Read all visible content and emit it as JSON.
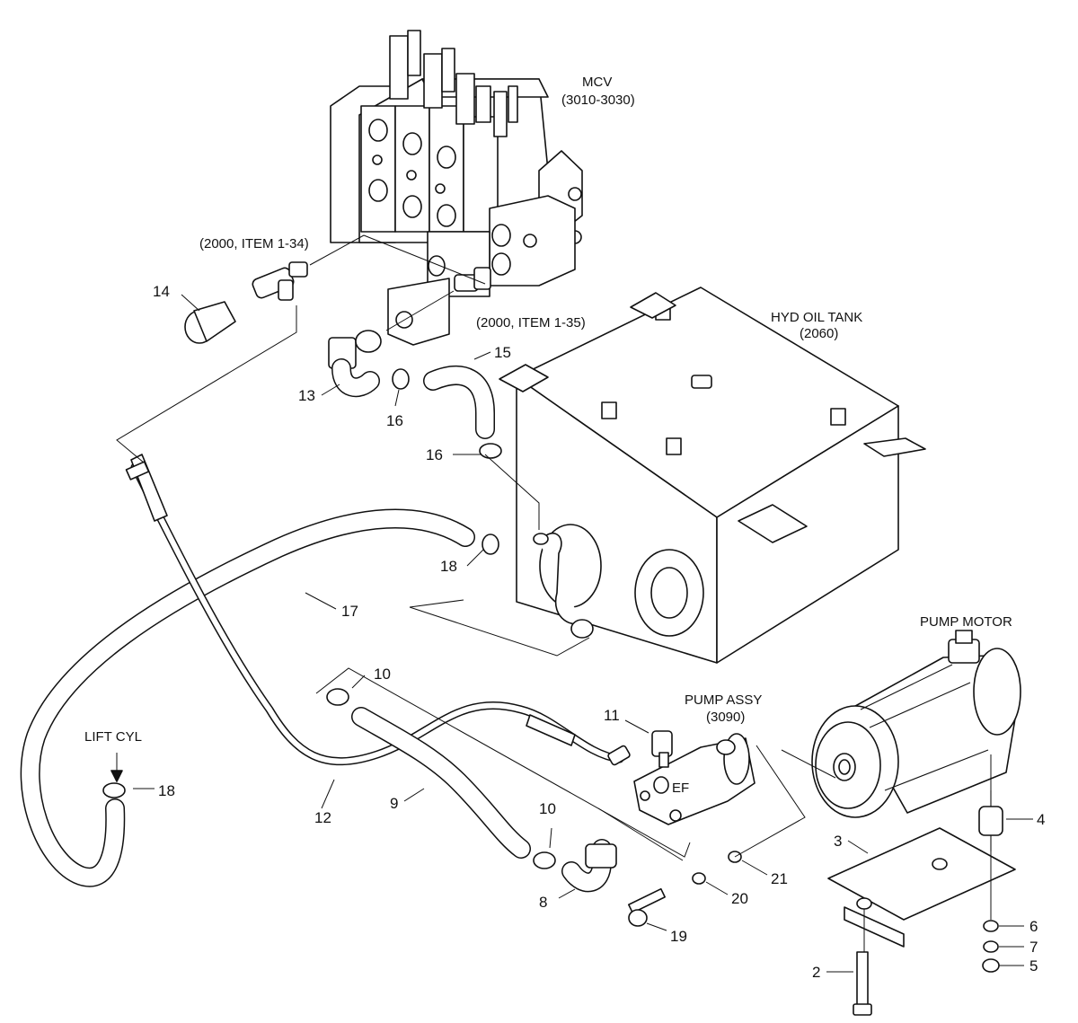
{
  "labels": {
    "mcv": "MCV",
    "mcv_ref": "(3010-3030)",
    "item_1_34": "(2000, ITEM 1-34)",
    "item_1_35": "(2000, ITEM 1-35)",
    "tank": "HYD OIL TANK",
    "tank_ref": "(2060)",
    "pump_motor": "PUMP MOTOR",
    "pump_assy": "PUMP ASSY",
    "pump_ref": "(3090)",
    "lift_cyl": "LIFT CYL",
    "ef": "EF"
  },
  "callouts": {
    "c2": "2",
    "c3": "3",
    "c4": "4",
    "c5": "5",
    "c6": "6",
    "c7": "7",
    "c8": "8",
    "c9": "9",
    "c10a": "10",
    "c10b": "10",
    "c11": "11",
    "c12": "12",
    "c13": "13",
    "c14": "14",
    "c15": "15",
    "c16a": "16",
    "c16b": "16",
    "c17": "17",
    "c18a": "18",
    "c18b": "18",
    "c19": "19",
    "c20": "20",
    "c21": "21"
  }
}
